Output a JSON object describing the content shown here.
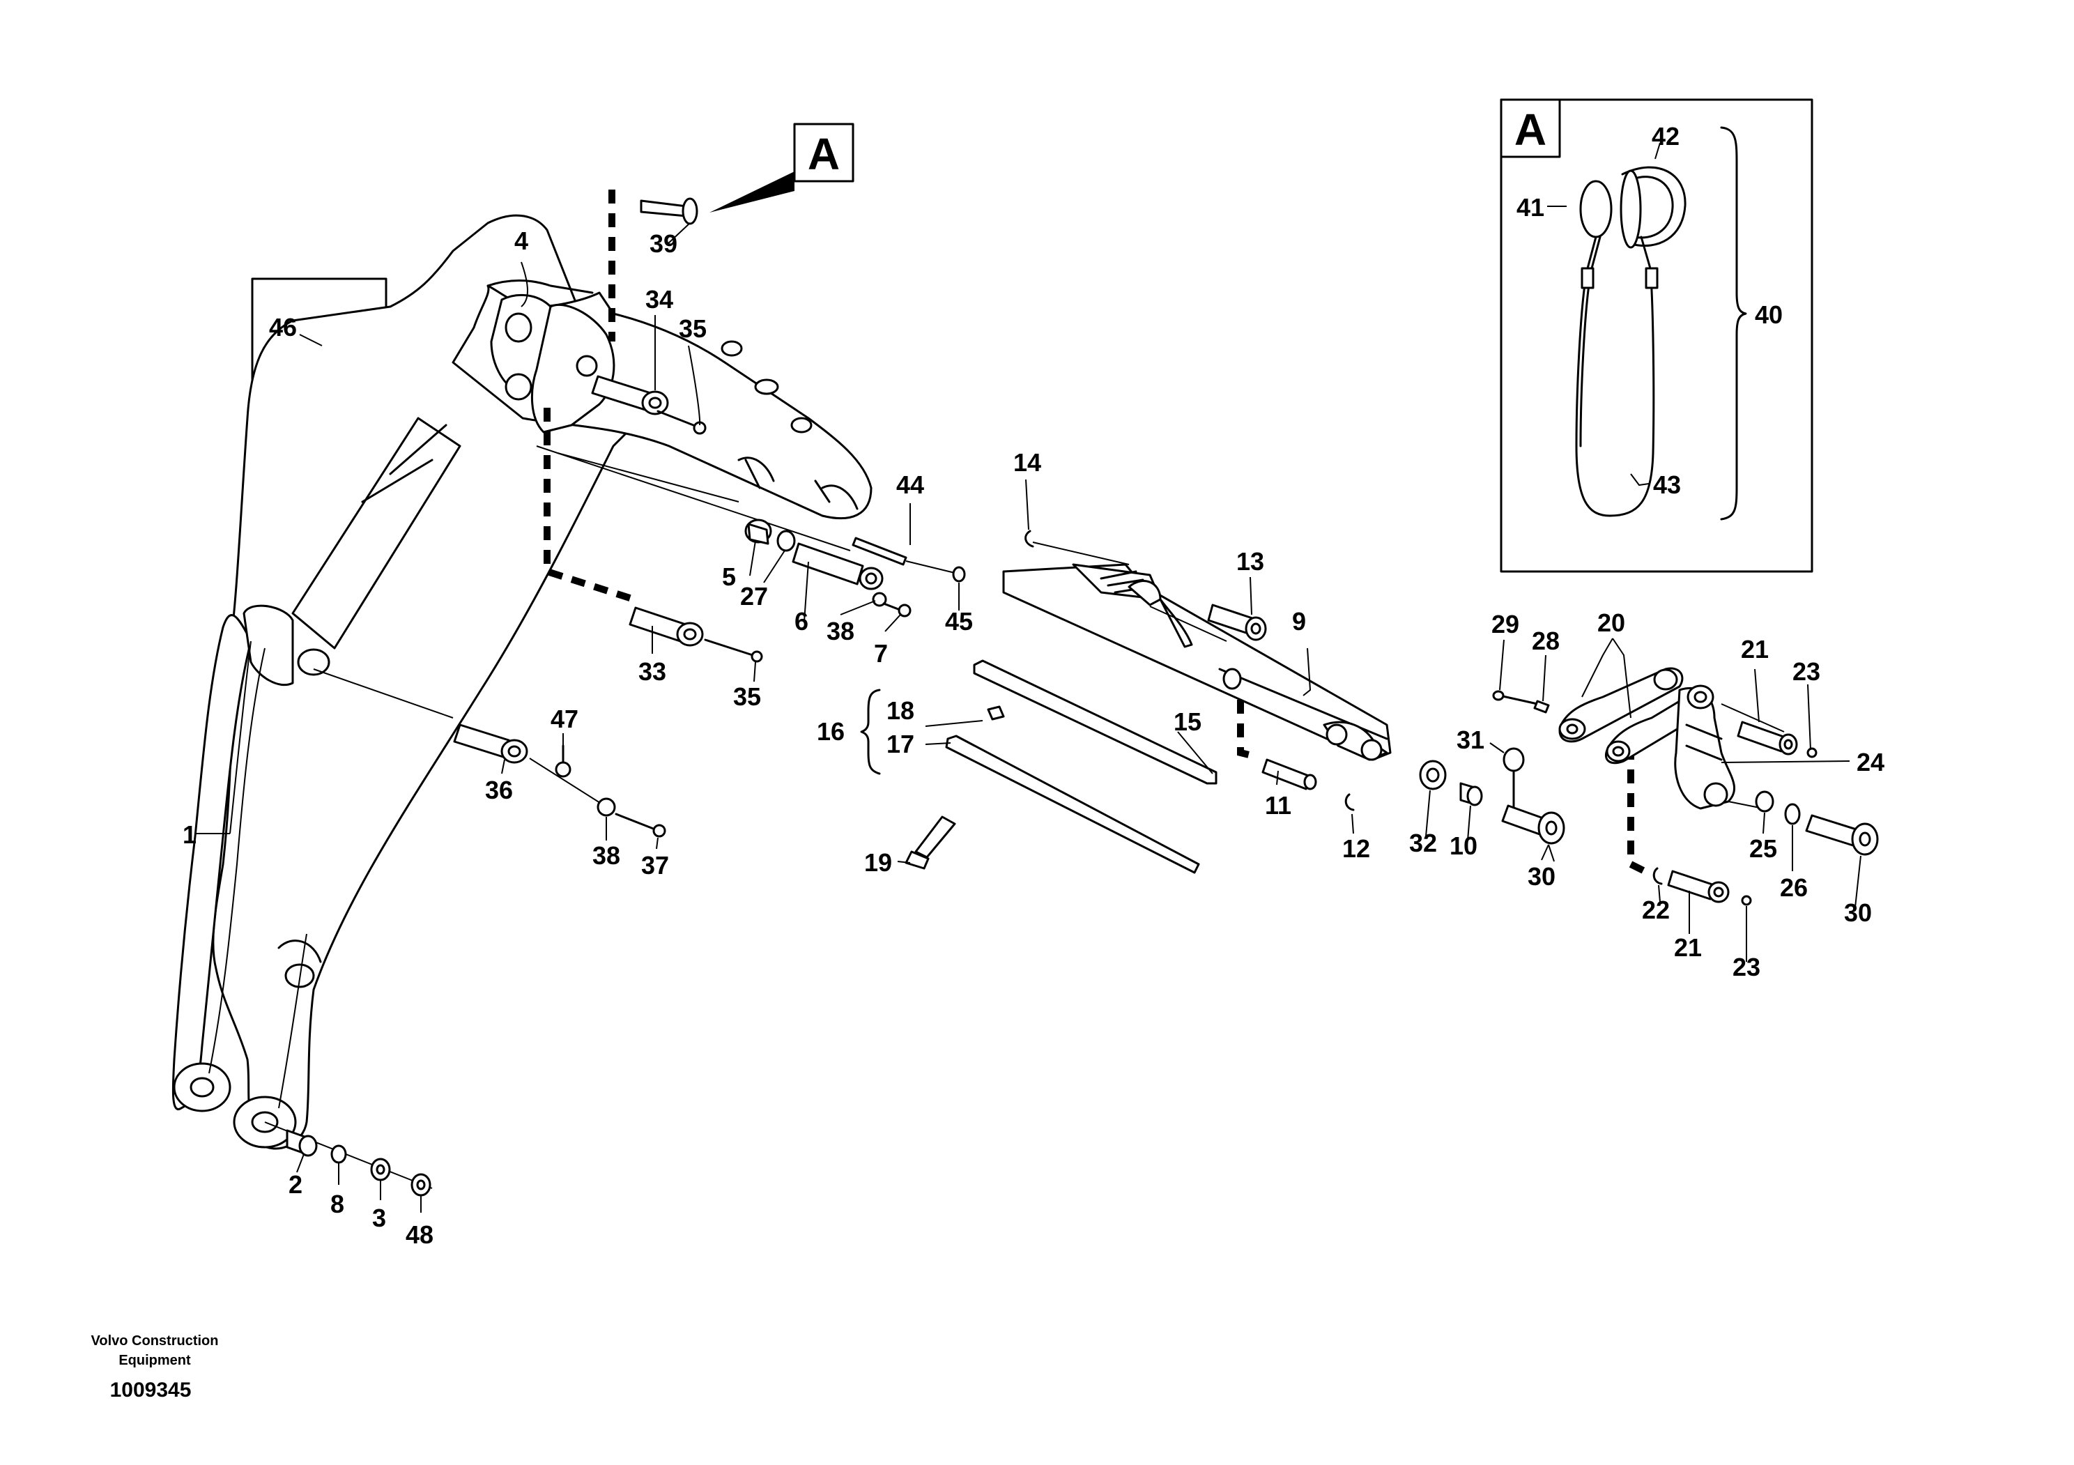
{
  "detail_marker": "A",
  "footer": {
    "company_line1": "Volvo Construction",
    "company_line2": "Equipment",
    "document_number": "1009345"
  },
  "callouts": {
    "c1": "1",
    "c2": "2",
    "c3": "3",
    "c4": "4",
    "c5": "5",
    "c6": "6",
    "c7": "7",
    "c8": "8",
    "c9": "9",
    "c10": "10",
    "c11": "11",
    "c12": "12",
    "c13": "13",
    "c14": "14",
    "c15": "15",
    "c16": "16",
    "c17": "17",
    "c18": "18",
    "c19": "19",
    "c20": "20",
    "c21": "21",
    "c22": "22",
    "c23": "23",
    "c24": "24",
    "c25": "25",
    "c26": "26",
    "c27": "27",
    "c28": "28",
    "c29": "29",
    "c30": "30",
    "c31": "31",
    "c32": "32",
    "c33": "33",
    "c34": "34",
    "c35": "35",
    "c36": "36",
    "c37": "37",
    "c38": "38",
    "c39": "39",
    "c40": "40",
    "c41": "41",
    "c42": "42",
    "c43": "43",
    "c44": "44",
    "c45": "45",
    "c46": "46",
    "c47": "47",
    "c48": "48"
  }
}
